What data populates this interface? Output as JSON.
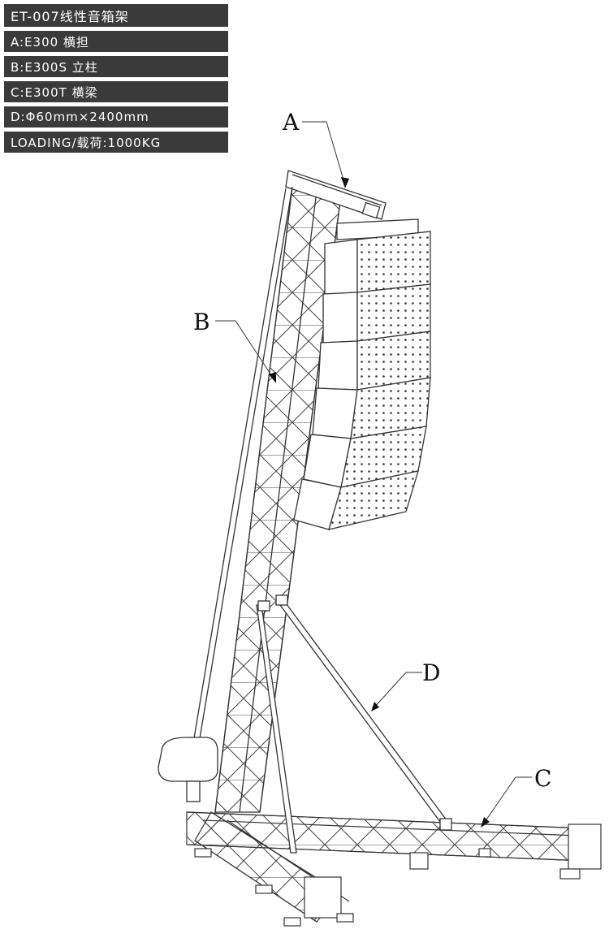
{
  "spec_list": {
    "title": "ET-007线性音箱架",
    "items": [
      "A:E300 横担",
      "B:E300S 立柱",
      "C:E300T 横梁",
      "D:Φ60mm×2400mm",
      "LOADING/载荷:1000KG"
    ]
  },
  "callouts": {
    "a": "A",
    "b": "B",
    "c": "C",
    "d": "D"
  }
}
